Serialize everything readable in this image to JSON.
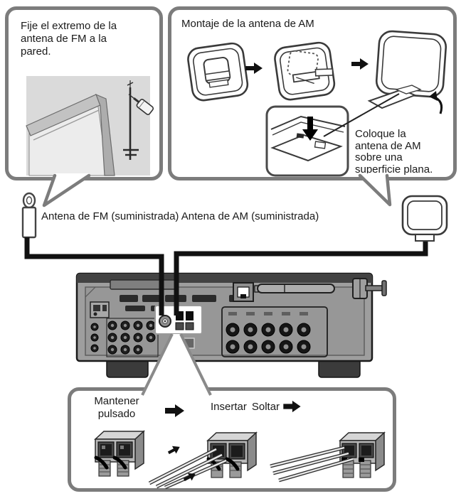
{
  "fm_callout": {
    "text": "Fije el extremo de la\nantena de FM a la\npared."
  },
  "am_callout": {
    "title": "Montaje de la antena de AM",
    "note": "Coloque la\nantena de AM\nsobre una\nsuperficie plana."
  },
  "antenna_labels": {
    "fm": "Antena de FM (suministrada)",
    "am": "Antena de AM (suministrada)"
  },
  "speaker_callout": {
    "hold": "Mantener\npulsado",
    "insert": "Insertar",
    "release": "Soltar"
  },
  "colors": {
    "callout_border": "#7c7c7c",
    "line_art": "#333333",
    "cable": "#111111",
    "receiver_body": "#9e9e9e",
    "receiver_top_band": "#424242",
    "illustration_bg": "#dadada"
  }
}
